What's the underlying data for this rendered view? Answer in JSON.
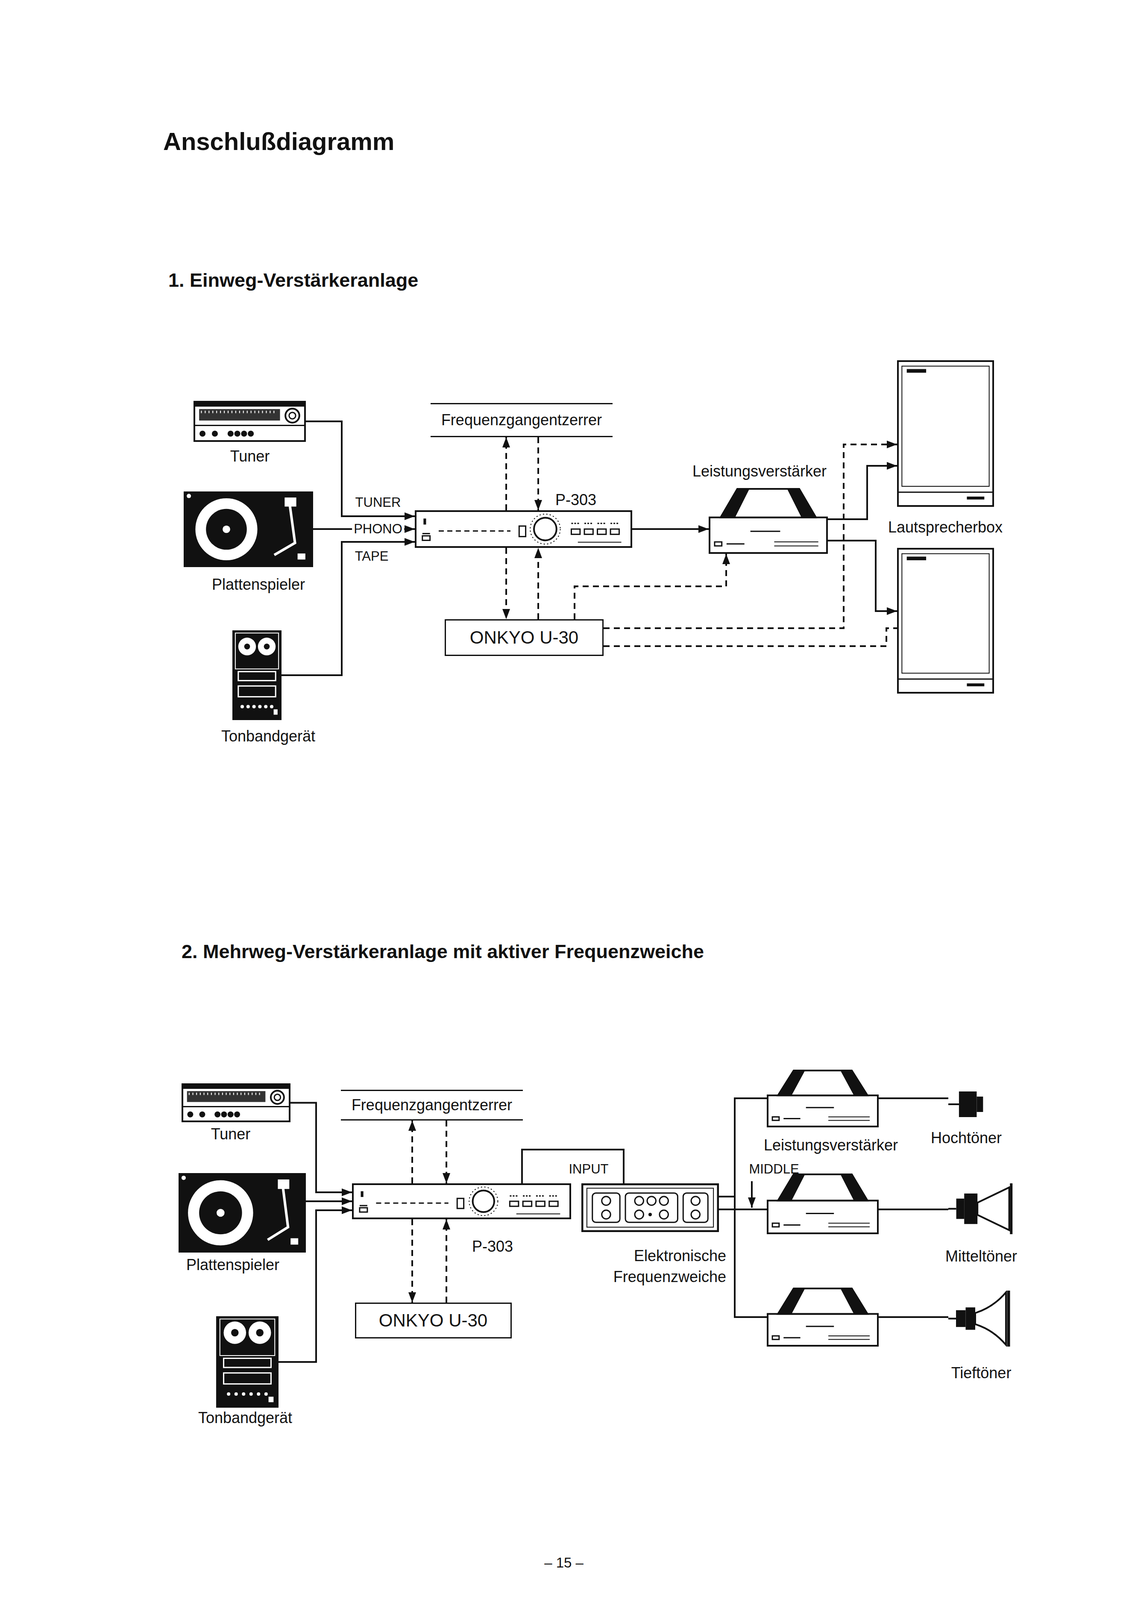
{
  "diagram": {
    "title": "Anschlußdiagramm",
    "nodes": [
      {
        "text": [
          "Tuner"
        ]
      },
      {
        "text": [
          "Plattenspieler"
        ]
      },
      {
        "text": [
          "Tonbandgerät"
        ]
      },
      {
        "text": [
          "Frequenzgangentzerrer"
        ]
      },
      {
        "text": [
          "P-303"
        ]
      },
      {
        "text": [
          "ONKYO U-30"
        ]
      },
      {
        "text": [
          "Leistungsverstärker"
        ]
      },
      {
        "text": [
          "Lautsprecherbox"
        ]
      },
      {
        "text": [
          "Tuner"
        ]
      },
      {
        "text": [
          "Plattenspieler"
        ]
      },
      {
        "text": [
          "Tonbandgerät"
        ]
      },
      {
        "text": [
          "Frequenzgangentzerrer"
        ]
      },
      {
        "text": [
          "P-303"
        ]
      },
      {
        "text": [
          "ONKYO U-30"
        ]
      },
      {
        "text": [
          "Elektronische Frequenzweiche"
        ]
      },
      {
        "text": [
          "Leistungsverstärker"
        ]
      },
      {
        "text": [
          "Hochtöner"
        ]
      },
      {
        "text": [
          "Mitteltöner"
        ]
      },
      {
        "text": [
          "Tieftöner"
        ]
      }
    ],
    "edges": [
      {
        "from": 0,
        "to": 4,
        "label": "TUNER",
        "arrow": "to"
      },
      {
        "from": 1,
        "to": 4,
        "label": "PHONO",
        "arrow": "to"
      },
      {
        "from": 2,
        "to": 4,
        "label": "TAPE",
        "arrow": "to"
      },
      {
        "from": 4,
        "to": 3,
        "arrow": "to"
      },
      {
        "from": 3,
        "to": 4,
        "arrow": "to"
      },
      {
        "from": 4,
        "to": 5,
        "arrow": "to"
      },
      {
        "from": 5,
        "to": 4,
        "arrow": "to"
      },
      {
        "from": 4,
        "to": 6,
        "arrow": "to"
      },
      {
        "from": 5,
        "to": 6,
        "arrow": "to"
      },
      {
        "from": 6,
        "to": 7,
        "arrow": "to"
      },
      {
        "from": 5,
        "to": 7,
        "arrow": "to"
      },
      {
        "from": 8,
        "to": 12,
        "arrow": "to"
      },
      {
        "from": 9,
        "to": 12,
        "arrow": "to"
      },
      {
        "from": 10,
        "to": 12,
        "arrow": "to"
      },
      {
        "from": 12,
        "to": 11,
        "arrow": "to"
      },
      {
        "from": 11,
        "to": 12,
        "arrow": "to"
      },
      {
        "from": 12,
        "to": 13,
        "arrow": "to"
      },
      {
        "from": 13,
        "to": 12,
        "arrow": "to"
      },
      {
        "from": 12,
        "to": 14,
        "label": "INPUT",
        "arrow": "none"
      },
      {
        "from": 14,
        "to": 15,
        "arrow": "none"
      },
      {
        "from": 15,
        "to": 16,
        "arrow": "none"
      }
    ],
    "labels": [
      "1. Einweg-Verstärkeranlage",
      "2. Mehrweg-Verstärkeranlage mit aktiver Frequenzweiche",
      "MIDDLE",
      "– 15 –"
    ]
  }
}
